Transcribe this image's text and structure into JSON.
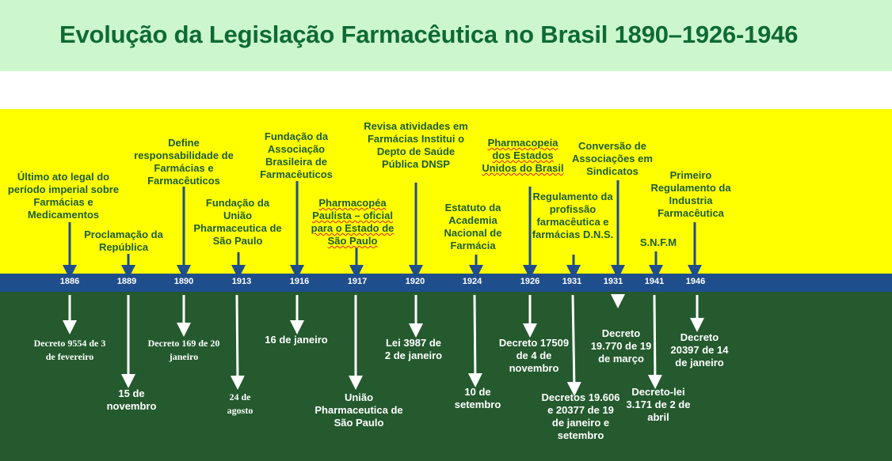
{
  "title": "Evolução da Legislação Farmacêutica no Brasil 1890–1926-1946",
  "timeline": [
    {
      "year": "1886",
      "event": "Último ato legal do período imperial sobre Farmácias e Medicamentos",
      "date": "Decreto 9554 de 3 de fevereiro"
    },
    {
      "year": "1889",
      "event": "Proclamação da República",
      "date": "15 de novembro"
    },
    {
      "year": "1890",
      "event": "Define responsabilidade de Farmácias e Farmacêuticos",
      "date": "Decreto 169 de 20 janeiro"
    },
    {
      "year": "1913",
      "event": "Fundação da União Pharmaceutica de São Paulo",
      "date": "24 de agosto"
    },
    {
      "year": "1916",
      "event": "Fundação da Associação Brasileira de Farmacêuticos",
      "date": "16 de janeiro"
    },
    {
      "year": "1917",
      "event": "Pharmacopéa Paulista – oficial para o Estado de São Paulo",
      "date": "União Pharmaceutica de São Paulo"
    },
    {
      "year": "1920",
      "event": "Revisa atividades em Farmácias Institui o Depto de Saúde Pública DNSP",
      "date": "Lei 3987 de 2 de janeiro"
    },
    {
      "year": "1924",
      "event": "Estatuto da Academia Nacional de Farmácia",
      "date": "10 de setembro"
    },
    {
      "year": "1926",
      "event": "Pharmacopeia dos Estados Unidos do Brasil",
      "date": "Decreto 17509 de 4 de novembro"
    },
    {
      "year": "1931",
      "event": "Regulamento da profissão farmacêutica e farmácias D.N.S.",
      "date": "Decretos 19.606 e 20377 de 19 de janeiro e setembro"
    },
    {
      "year": "1931",
      "event": "Conversão de Associações em Sindicatos",
      "date": "Decreto 19.770 de 19 de março"
    },
    {
      "year": "1941",
      "event": "S.N.F.M",
      "date": "Decreto-lei 3.171 de 2 de abril"
    },
    {
      "year": "1946",
      "event": "Primeiro Regulamento da Industria Farmacêutica",
      "date": "Decreto 20397 de 14 de janeiro"
    }
  ]
}
